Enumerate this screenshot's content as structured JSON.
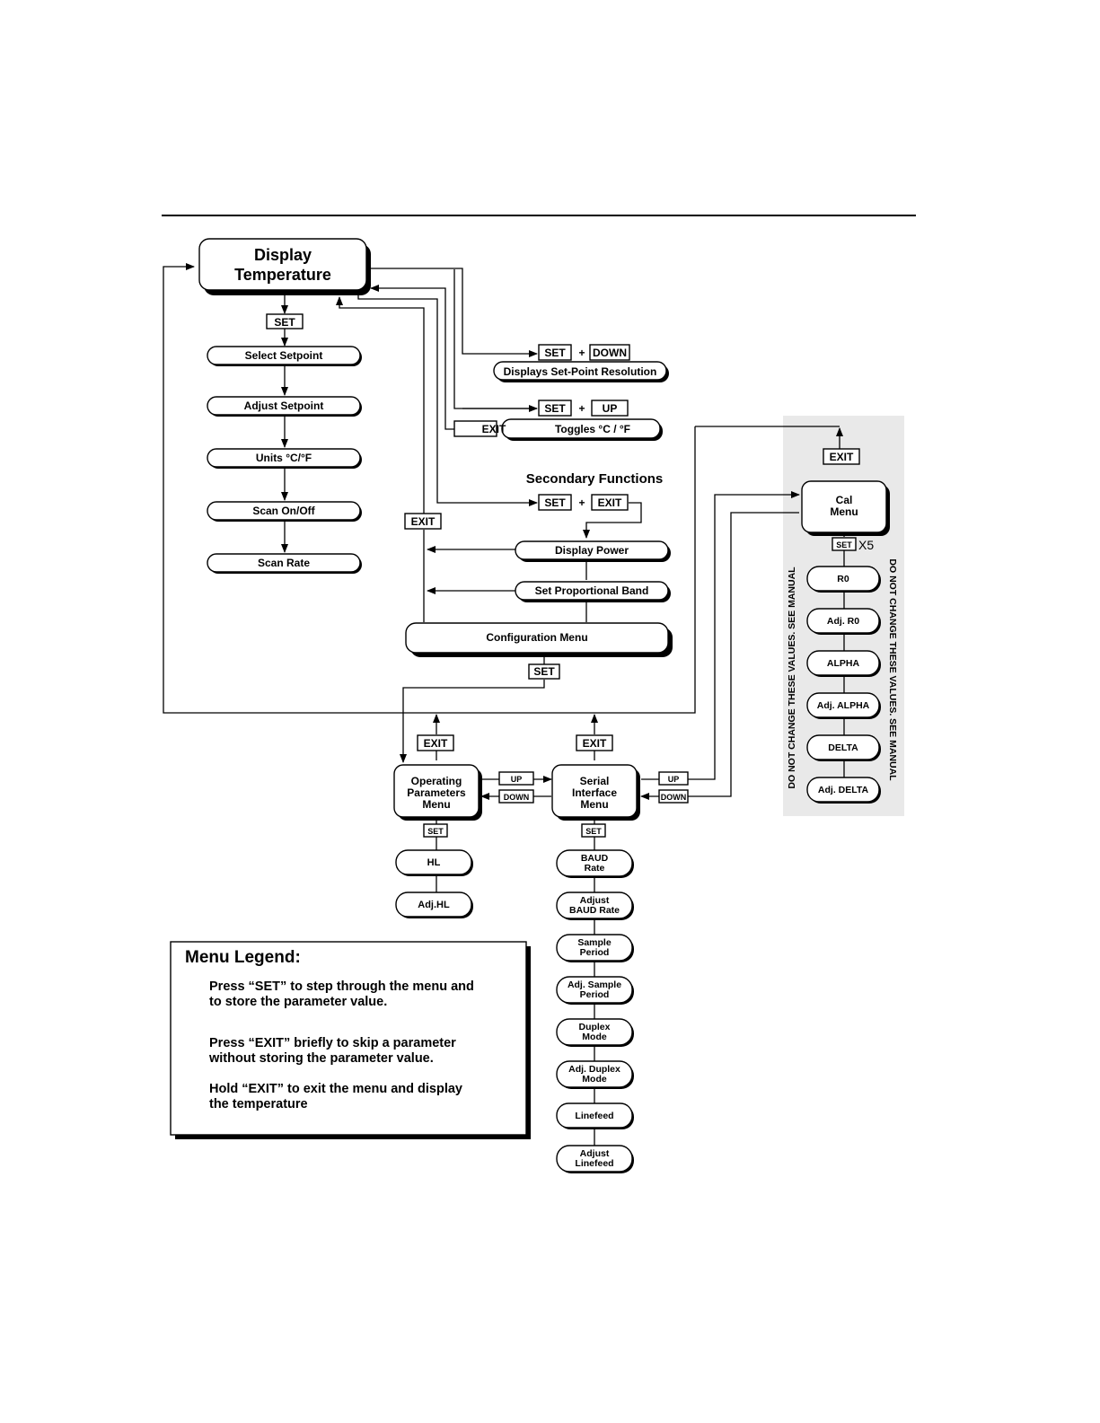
{
  "main": {
    "display_temperature": [
      "Display",
      "Temperature"
    ],
    "set": "SET",
    "items": [
      "Select Setpoint",
      "Adjust Setpoint",
      "Units °C/°F",
      "Scan On/Off",
      "Scan Rate"
    ]
  },
  "shortcuts": {
    "set": "SET",
    "plus": "+",
    "down": "DOWN",
    "up": "UP",
    "exit": "EXIT",
    "set_point_resolution": "Displays Set-Point Resolution",
    "toggles_units": "Toggles °C / °F"
  },
  "secondary": {
    "title": "Secondary Functions",
    "set": "SET",
    "plus": "+",
    "exit": "EXIT",
    "exit_left": "EXIT",
    "display_power": "Display Power",
    "proportional_band": "Set Proportional Band",
    "configuration_menu": "Configuration Menu",
    "config_set": "SET"
  },
  "operating": {
    "exit": "EXIT",
    "title": [
      "Operating",
      "Parameters",
      "Menu"
    ],
    "set": "SET",
    "items": [
      "HL",
      "Adj.HL"
    ],
    "up": "UP",
    "down": "DOWN"
  },
  "serial": {
    "exit": "EXIT",
    "title": [
      "Serial",
      "Interface",
      "Menu"
    ],
    "set": "SET",
    "up": "UP",
    "down": "DOWN",
    "items": [
      [
        "BAUD",
        "Rate"
      ],
      [
        "Adjust",
        "BAUD Rate"
      ],
      [
        "Sample",
        "Period"
      ],
      [
        "Adj. Sample",
        "Period"
      ],
      [
        "Duplex",
        "Mode"
      ],
      [
        "Adj. Duplex",
        "Mode"
      ],
      [
        "Linefeed"
      ],
      [
        "Adjust",
        "Linefeed"
      ]
    ]
  },
  "cal": {
    "exit": "EXIT",
    "title": [
      "Cal",
      "Menu"
    ],
    "set": "SET",
    "times": "X5",
    "items": [
      "R0",
      "Adj. R0",
      "ALPHA",
      "Adj. ALPHA",
      "DELTA",
      "Adj. DELTA"
    ],
    "warning": "DO NOT CHANGE THESE VALUES. SEE MANUAL",
    "warning_right": "DO NOT CHANGE THESE VALUES.  SEE MANUAL"
  },
  "legend": {
    "title": "Menu Legend:",
    "lines": [
      "Press “SET” to step through the menu and",
      "to store the parameter value.",
      "Press “EXIT” briefly to skip a parameter",
      "without storing the parameter value.",
      "Hold “EXIT” to exit the menu and display",
      "the temperature"
    ]
  },
  "colors": {
    "cal_panel": "#e9e9e9",
    "ink": "#000000"
  }
}
